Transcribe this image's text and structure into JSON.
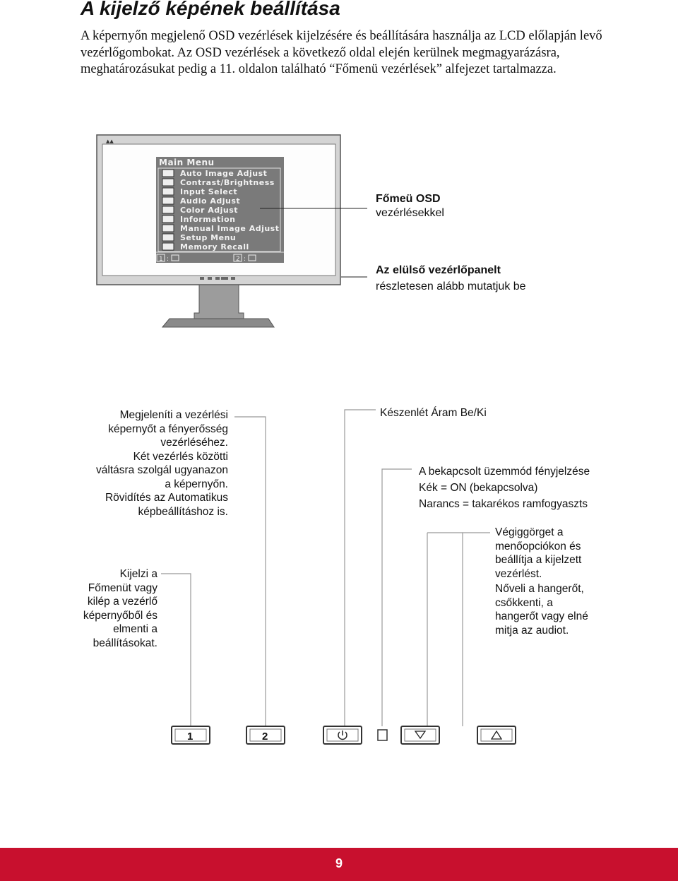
{
  "page": {
    "title": "A kijelző képének beállítása",
    "intro": "A képernyőn megjelenő OSD vezérlések kijelzésére és beállítására használja az LCD előlapján levő vezérlőgombokat. Az OSD vezérlések a következő oldal elején kerülnek megmagyarázásra, meghatározásukat pedig a 11. oldalon található “Főmenü vezérlések” alfejezet tartalmazza.",
    "page_number": "9"
  },
  "osd": {
    "title": "Main Menu",
    "items": [
      {
        "label": "Auto Image Adjust",
        "icon": "auto-adjust-icon"
      },
      {
        "label": "Contrast/Brightness",
        "icon": "contrast-icon"
      },
      {
        "label": "Input Select",
        "icon": "input-icon"
      },
      {
        "label": "Audio Adjust",
        "icon": "audio-icon"
      },
      {
        "label": "Color Adjust",
        "icon": "color-icon"
      },
      {
        "label": "Information",
        "icon": "info-icon"
      },
      {
        "label": "Manual Image Adjust",
        "icon": "manual-icon"
      },
      {
        "label": "Setup Menu",
        "icon": "question-icon"
      },
      {
        "label": "Memory Recall",
        "icon": "memory-icon"
      }
    ],
    "footer_1": "1",
    "footer_2": "2"
  },
  "callouts": {
    "main_osd": [
      "Főmeü OSD",
      "vezérlésekkel"
    ],
    "front_panel_bold": "Az elülső vezérlőpanelt",
    "front_panel_rest": "részletesen alább mutatjuk be",
    "button2_desc": [
      "Megjeleníti a vezérlési",
      "képernyőt a fényerősség",
      "vezérléséhez.",
      "Két vezérlés közötti",
      "váltásra szolgál ugyanazon",
      "a képernyőn.",
      "Rövidítés az Automatikus",
      "képbeállításhoz is."
    ],
    "button1_desc": [
      "Kijelzi a",
      "Főmenüt vagy",
      "kilép a vezérlő",
      "képernyőből és",
      "elmenti a",
      "beállításokat."
    ],
    "power_desc": "Készenlét Áram Be/Ki",
    "led_desc": [
      "A bekapcsolt üzemmód fényjelzése",
      "Kék = ON (bekapcsolva)",
      "Narancs = takarékos ramfogyaszts"
    ],
    "arrows_desc": [
      "Végiggörget a",
      "menőopciókon és",
      "beállítja a kijelzett",
      "vezérlést.",
      "Nőveli a hangerőt,",
      "csőkkenti, a",
      "hangerőt vagy elné",
      "mitja az audiot."
    ]
  },
  "buttons": {
    "b1": "1",
    "b2": "2"
  },
  "colors": {
    "footer": "#c8102e",
    "osd_bg": "#7a7a7a"
  }
}
